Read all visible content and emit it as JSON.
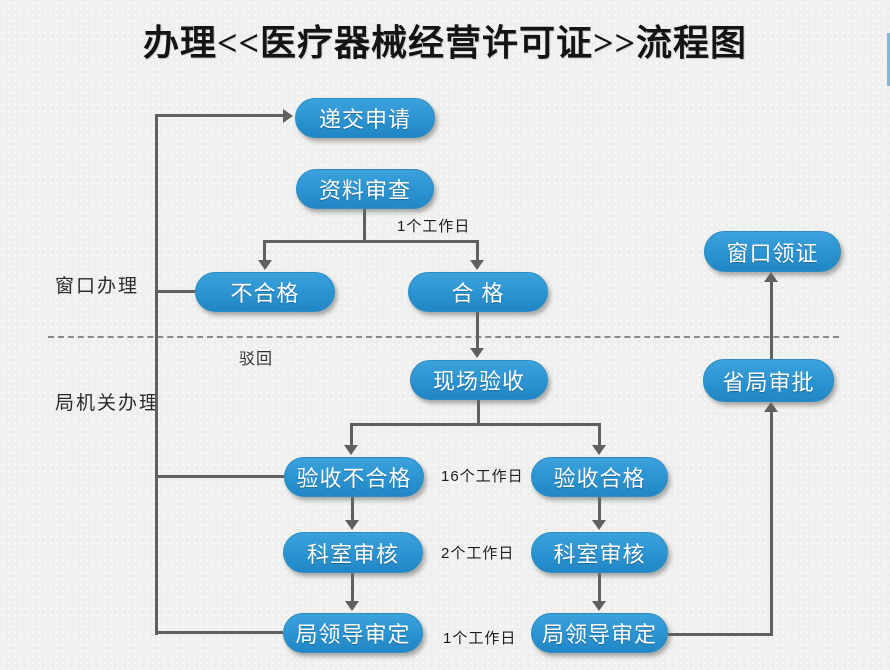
{
  "title": "办理<<医疗器械经营许可证>>流程图",
  "lanes": {
    "window": "窗口办理",
    "bureau": "局机关办理"
  },
  "nodes": {
    "submit": "递交申请",
    "doc_review": "资料审查",
    "fail": "不合格",
    "pass": "合 格",
    "onsite": "现场验收",
    "cert": "窗口领证",
    "province": "省局审批",
    "inspect_fail": "验收不合格",
    "inspect_pass": "验收合格",
    "dept_left": "科室审核",
    "dept_right": "科室审核",
    "leader_left": "局领导审定",
    "leader_right": "局领导审定"
  },
  "edge_labels": {
    "doc_review_duration": "1个工作日",
    "reject": "驳回",
    "inspection_duration": "16个工作日",
    "dept_duration": "2个工作日",
    "leader_duration": "1个工作日"
  },
  "colors": {
    "node_fill": "#2b93d1",
    "connector": "#606060",
    "background": "#f0f0ee",
    "right_edge_accent": "#84b7d7"
  }
}
